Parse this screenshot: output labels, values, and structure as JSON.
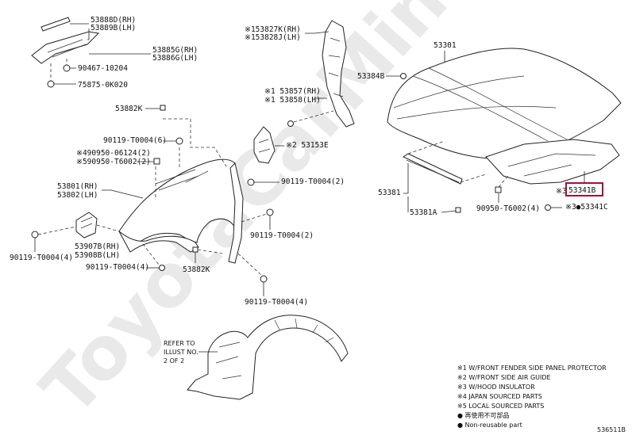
{
  "watermark": "ToyotaCarMine.ru",
  "highlight_color": "#a0123a",
  "labels": {
    "p53888d": "53888D(RH)",
    "p53889b": "53889B(LH)",
    "p53885g": "53885G(RH)",
    "p53886g": "53886G(LH)",
    "p90467": "90467-10204",
    "p75875": "75875-0K020",
    "p53882k_top": "53882K",
    "p90119_a": "90119-T0004(6)",
    "p90950_a": "※490950-06124(2)",
    "p90950_b": "※590950-T6002(2)",
    "p53801": "53801(RH)",
    "p53802": "53802(LH)",
    "p53907b": "53907B(RH)",
    "p53908b": "53908B(LH)",
    "p90119_b": "90119-T0004(4)",
    "p90119_c": "90119-T0004(4)",
    "p53882k_bot": "53882K",
    "p90119_d": "90119-T0004(4)",
    "p90119_e": "90119-T0004(2)",
    "p90119_f": "90119-T0004(2)",
    "p53827k": "※153827K(RH)",
    "p53828j": "※153828J(LH)",
    "p53857": "※1 53857(RH)",
    "p53858": "※1 53858(LH)",
    "p53153e": "※2 53153E",
    "p53301": "53301",
    "p53384b": "53384B",
    "p53381": "53381",
    "p53381a": "53381A",
    "p90950_c": "90950-T6002(4)",
    "p53341b_prefix": "※3",
    "p53341b": "53341B",
    "p53341c": "※3●53341C",
    "refer1": "REFER TO",
    "refer2": "ILLUST NO.",
    "refer3": "2 OF 2",
    "fig_id": "536511B"
  },
  "legend": [
    "※1 W/FRONT FENDER SIDE PANEL PROTECTOR",
    "※2 W/FRONT SIDE AIR GUIDE",
    "※3 W/HOOD INSULATOR",
    "※4 JAPAN SOURCED PARTS",
    "※5 LOCAL SOURCED PARTS",
    "● 再使用不可部品",
    "● Non-reusable part"
  ]
}
